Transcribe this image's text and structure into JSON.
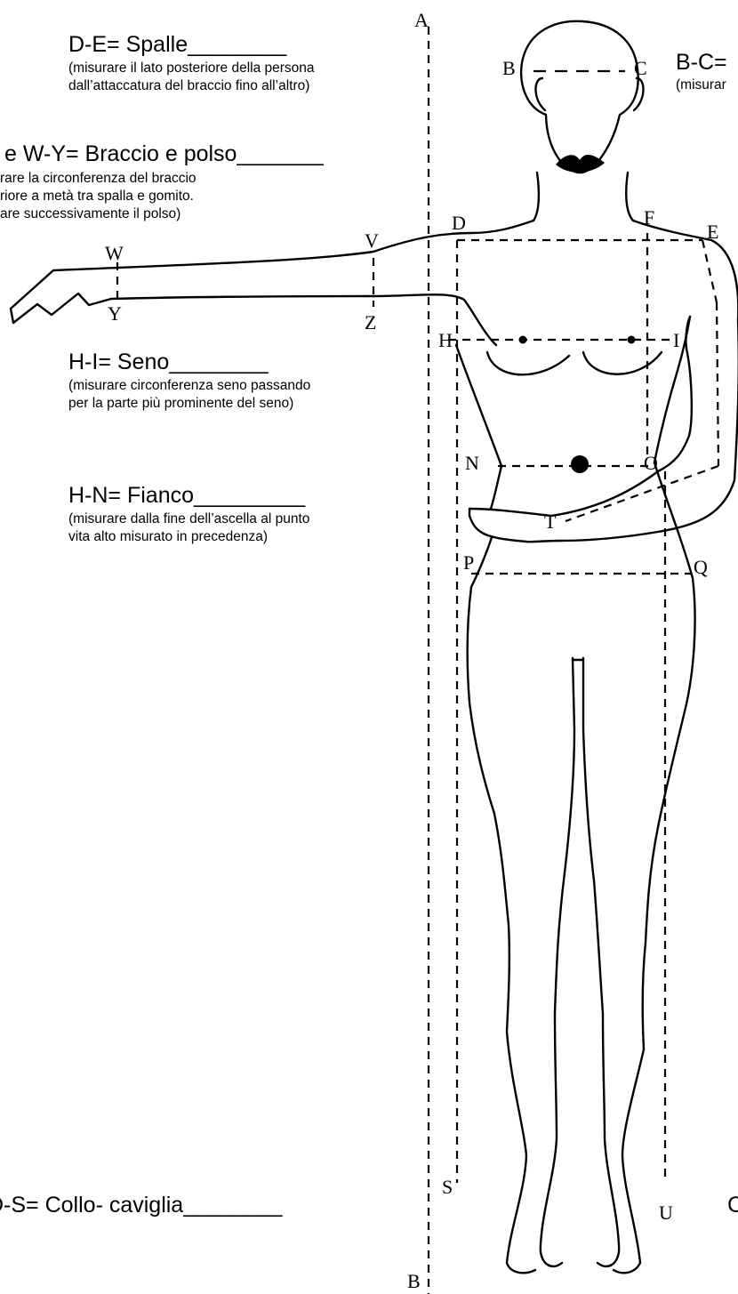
{
  "labels": {
    "shoulders_title": "D-E= Spalle________",
    "shoulders_note_1": "(misurare il lato posteriore della persona",
    "shoulders_note_2": "dall’attaccatura del braccio fino all’altro)",
    "arm_title": "e W-Y= Braccio e polso_______",
    "arm_note_1": "rare la circonferenza del braccio",
    "arm_note_2": "riore a metà tra spalla e gomito.",
    "arm_note_3": "are successivamente il polso)",
    "bust_title": "H-I= Seno________",
    "bust_note_1": "(misurare  circonferenza seno passando",
    "bust_note_2": "per la parte più prominente del seno)",
    "hip_title": "H-N= Fianco_________",
    "hip_note_1": "(misurare dalla fine dell’ascella al punto",
    "hip_note_2": "vita alto misurato in precedenza)",
    "neck_ankle_title": "D-S= Collo- caviglia________",
    "head_title": "B-C=",
    "head_note": "(misurar",
    "bottom_right_title": "C"
  },
  "points": {
    "A": "A",
    "B_top": "B",
    "C": "C",
    "D": "D",
    "E": "E",
    "F": "F",
    "V": "V",
    "W": "W",
    "Y": "Y",
    "Z": "Z",
    "H": "H",
    "I": "I",
    "N": "N",
    "O": "O",
    "T": "T",
    "P": "P",
    "Q": "Q",
    "S": "S",
    "U": "U",
    "B_bottom": "B"
  },
  "colors": {
    "line": "#000000",
    "background": "#ffffff"
  }
}
